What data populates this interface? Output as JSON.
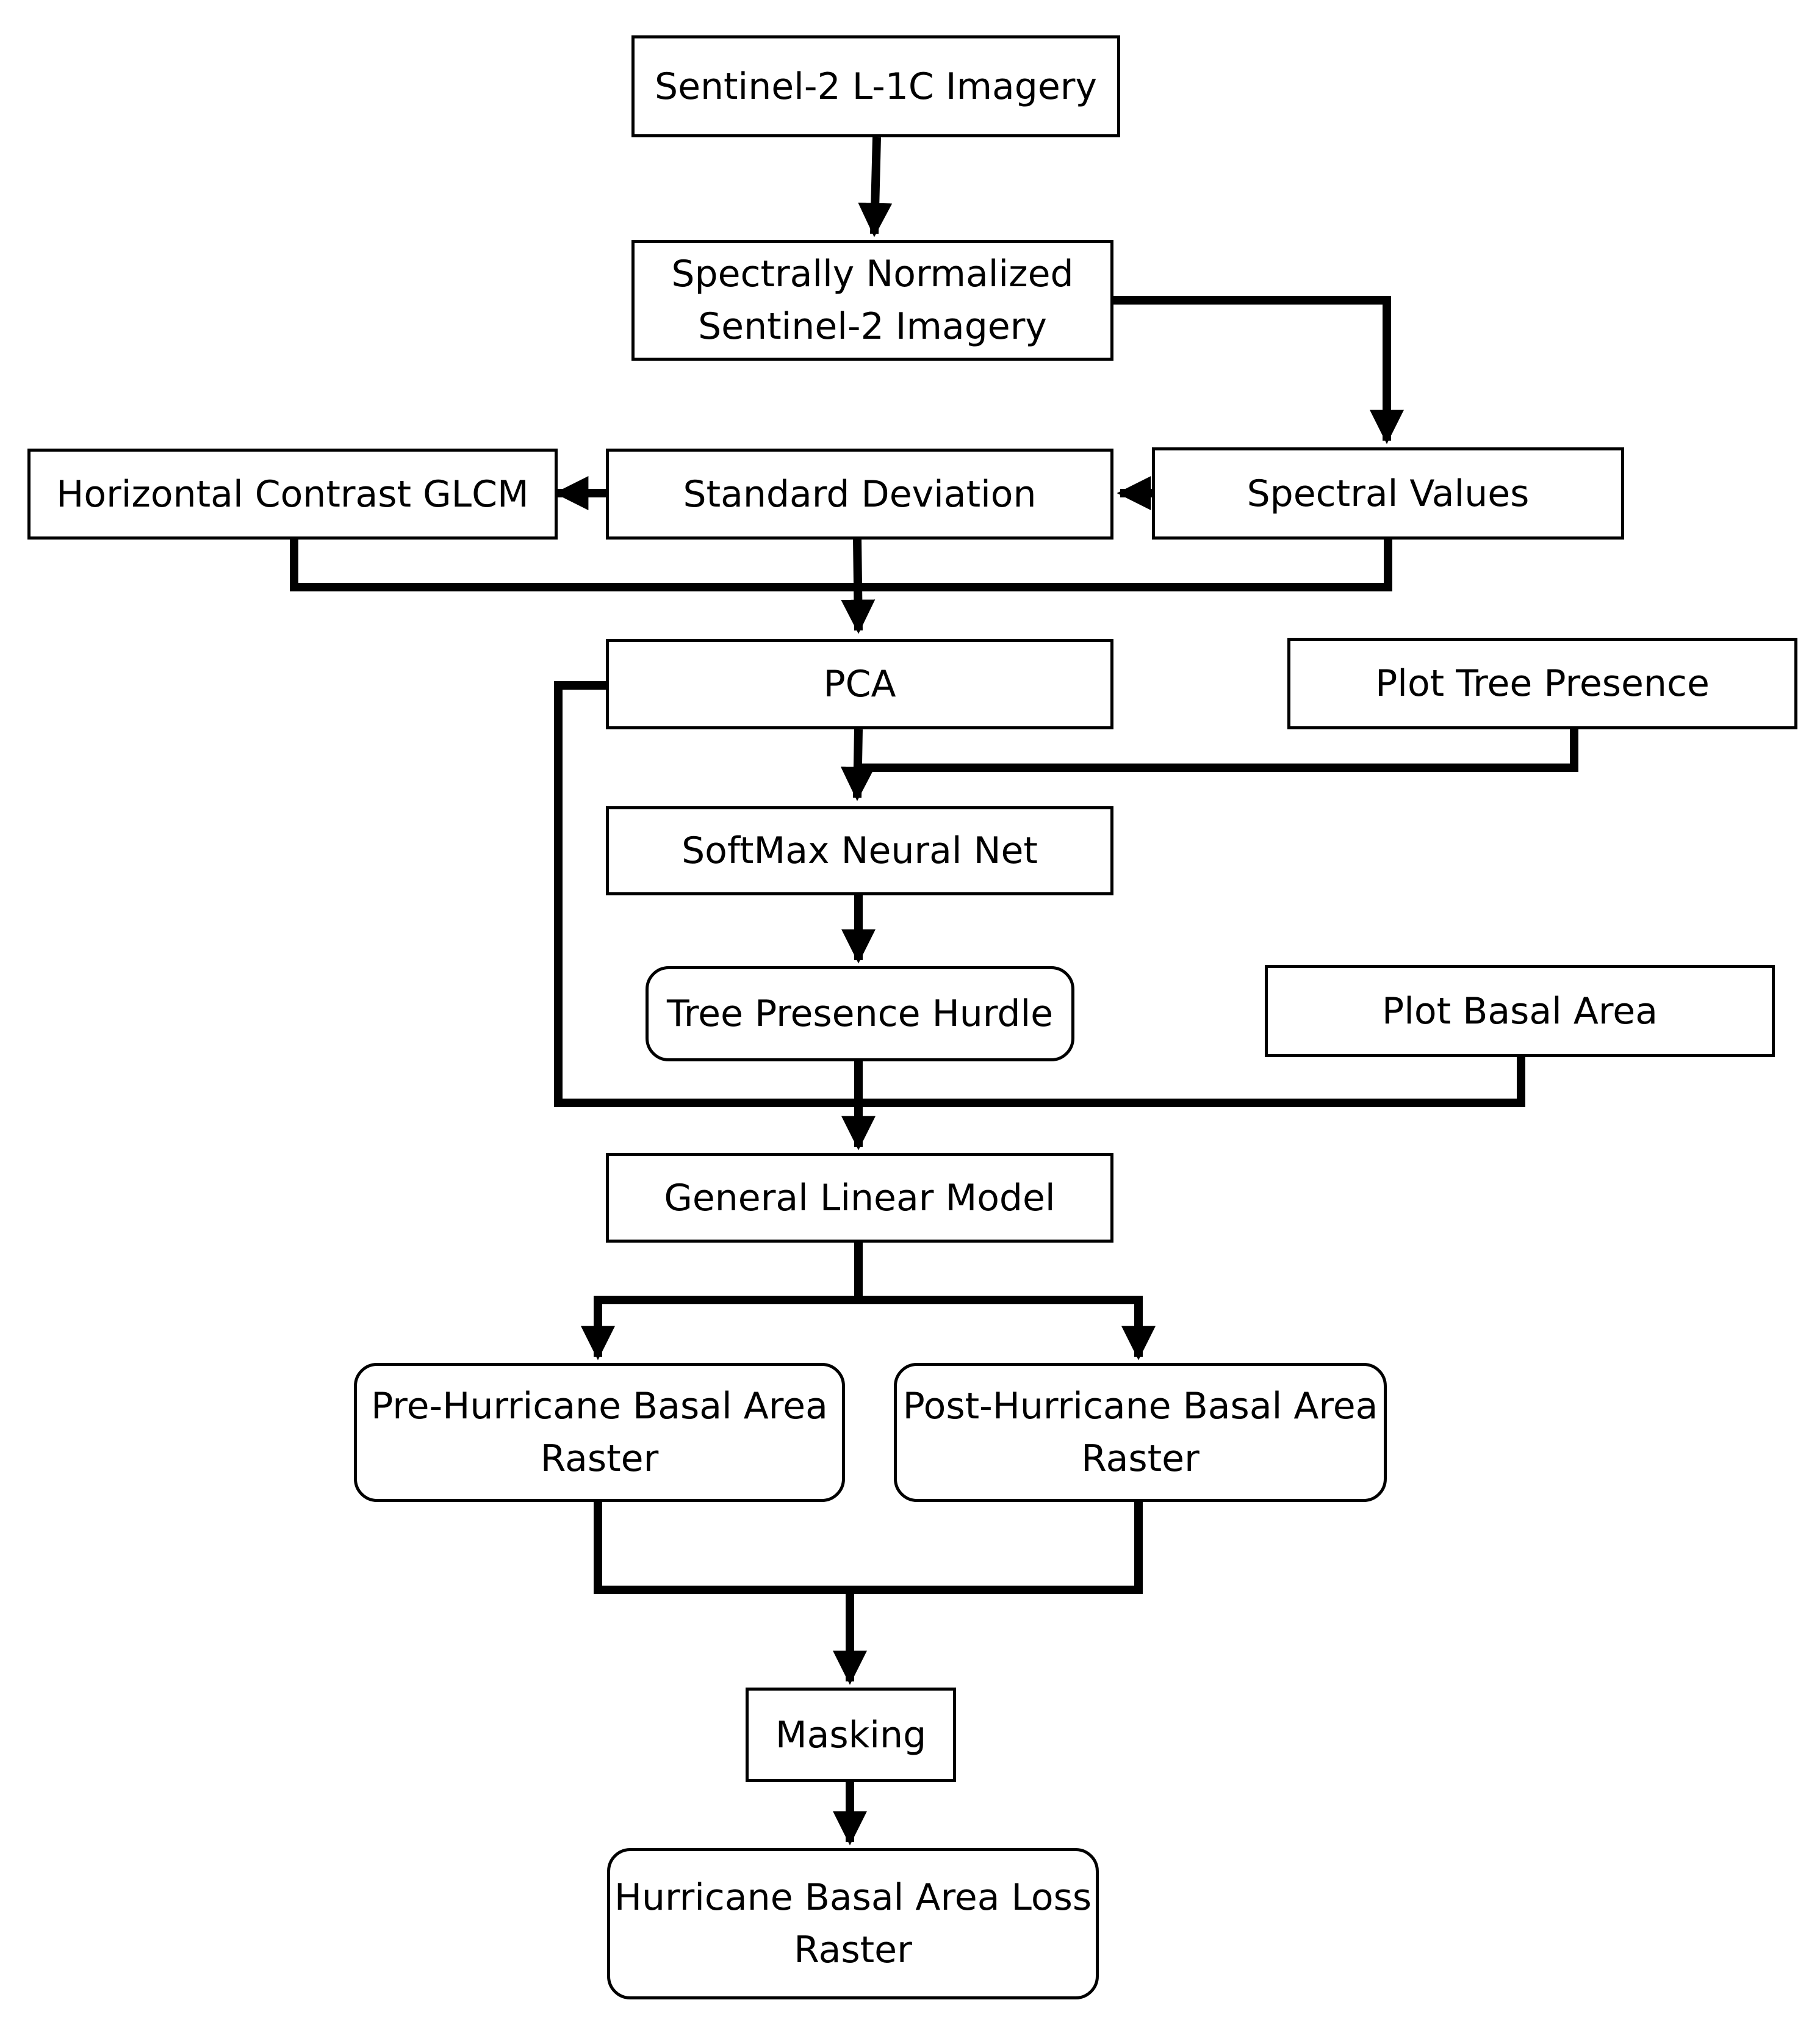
{
  "diagram": {
    "nodes": {
      "sentinel_l1c": {
        "lines": [
          "Sentinel-2 L-1C Imagery"
        ]
      },
      "normalized": {
        "lines": [
          "Spectrally Normalized",
          "Sentinel-2 Imagery"
        ]
      },
      "glcm": {
        "lines": [
          "Horizontal Contrast GLCM"
        ]
      },
      "std_dev": {
        "lines": [
          "Standard Deviation"
        ]
      },
      "spectral_values": {
        "lines": [
          "Spectral Values"
        ]
      },
      "pca": {
        "lines": [
          "PCA"
        ]
      },
      "plot_tree_presence": {
        "lines": [
          "Plot Tree Presence"
        ]
      },
      "softmax": {
        "lines": [
          "SoftMax Neural Net"
        ]
      },
      "hurdle": {
        "lines": [
          "Tree Presence Hurdle"
        ]
      },
      "plot_basal_area": {
        "lines": [
          "Plot Basal Area"
        ]
      },
      "glm": {
        "lines": [
          "General Linear Model"
        ]
      },
      "pre_raster": {
        "lines": [
          "Pre-Hurricane Basal Area",
          "Raster"
        ]
      },
      "post_raster": {
        "lines": [
          "Post-Hurricane Basal Area",
          "Raster"
        ]
      },
      "masking": {
        "lines": [
          "Masking"
        ]
      },
      "loss_raster": {
        "lines": [
          "Hurricane Basal Area Loss",
          "Raster"
        ]
      }
    }
  }
}
